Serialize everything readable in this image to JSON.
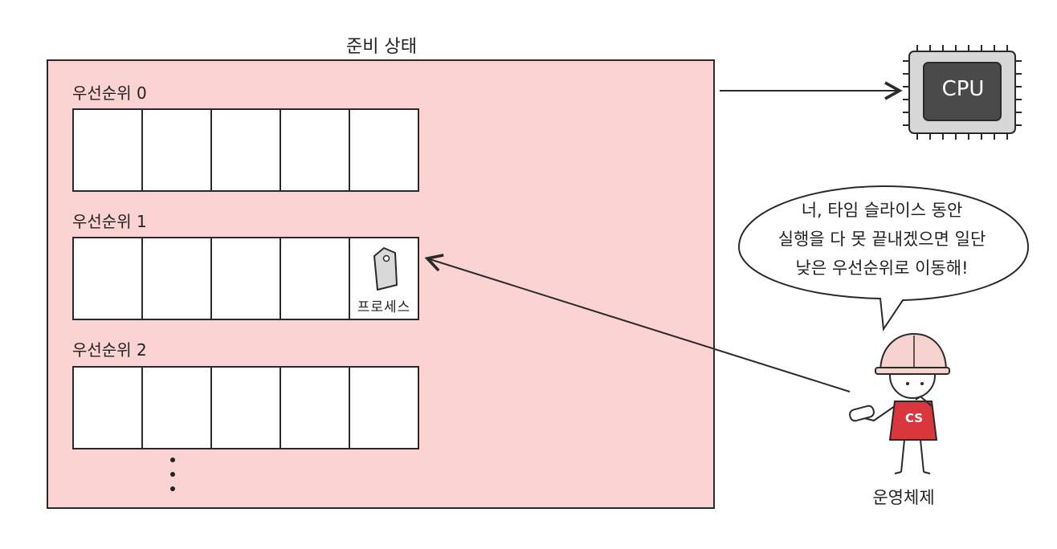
{
  "title": "준비 상태",
  "levels": [
    {
      "label": "우선순위 0"
    },
    {
      "label": "우선순위 1"
    },
    {
      "label": "우선순위 2"
    }
  ],
  "process": {
    "label": "프로세스"
  },
  "cpu": {
    "label": "CPU"
  },
  "speech": {
    "lines": [
      "너, 타임 슬라이스 동안",
      "실행을 다 못 끝내겠으면 일단",
      "낮은 우선순위로 이동해!"
    ]
  },
  "character": {
    "label": "운영체제",
    "shirt_text": "CS"
  },
  "colors": {
    "ready_state_bg": "#fbd3d3",
    "shirt": "#d9363e",
    "helmet": "#f6d3cf",
    "cpu_chip": "#4a4a4a"
  }
}
